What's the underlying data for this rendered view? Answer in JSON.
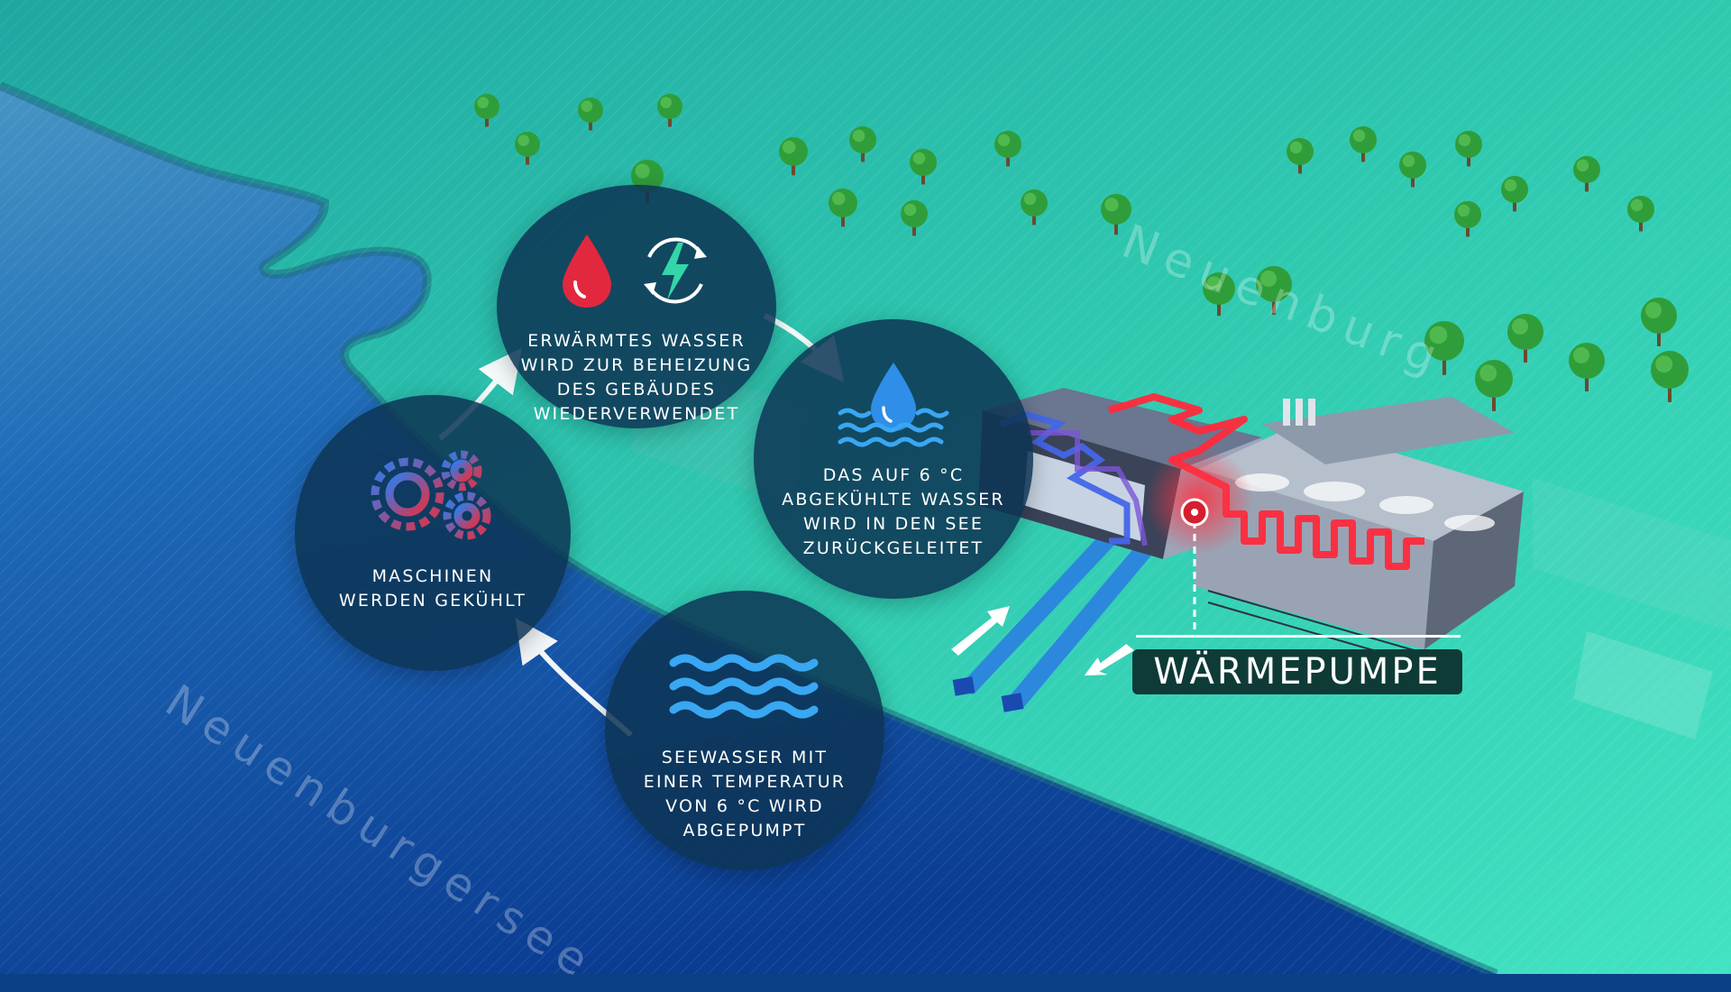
{
  "map": {
    "town_label": "Neuenburg",
    "lake_label": "Neuenburgersee"
  },
  "steps": [
    {
      "id": "cool",
      "text": "MASCHINEN\nWERDEN GEKÜHLT",
      "icon": "gears-icon"
    },
    {
      "id": "reuse",
      "text": "ERWÄRMTES WASSER\nWIRD ZUR BEHEIZUNG\nDES GEBÄUDES\nWIEDERVERWENDET",
      "icon": "heat-drop-and-energy-icon"
    },
    {
      "id": "return",
      "text": "DAS AUF 6 °C\nABGEKÜHLTE WASSER\nWIRD IN DEN SEE\nZURÜCKGELEITET",
      "icon": "water-drop-waves-icon"
    },
    {
      "id": "pump",
      "text": "SEEWASSER MIT\nEINER TEMPERATUR\nVON 6 °C WIRD\nABGEPUMPT",
      "icon": "waves-icon"
    }
  ],
  "heat_pump_label": "WÄRMEPUMPE",
  "colors": {
    "lake": "#0b4fa0",
    "land": "#35d9b8",
    "circle": "#0d3454",
    "warm": "#e2283e",
    "cold": "#2a6fd9"
  }
}
